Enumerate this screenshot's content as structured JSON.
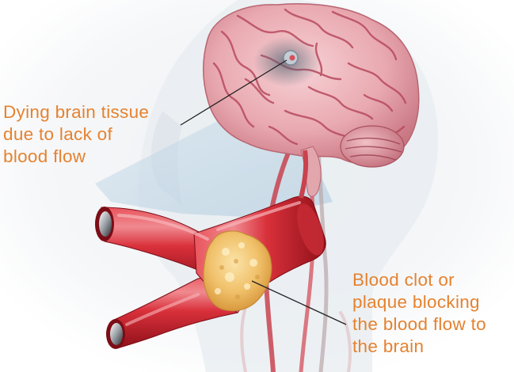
{
  "annotations": {
    "tissue": {
      "lines": [
        "Dying brain tissue",
        "due to lack of",
        "blood flow"
      ]
    },
    "clot": {
      "lines": [
        "Blood clot or",
        "plaque blocking",
        "the blood flow to",
        "the brain"
      ]
    }
  },
  "colors": {
    "label_text": "#e5822f",
    "leader_line": "#222222",
    "artery_red": "#d9313b",
    "artery_dark": "#9e1520",
    "artery_highlight": "#f6a3a8",
    "clot_yellow": "#f0c16a",
    "brain_pink": "#e9a9b0",
    "brain_fold": "#b84a5e",
    "background_glow": "#dce6ee"
  }
}
